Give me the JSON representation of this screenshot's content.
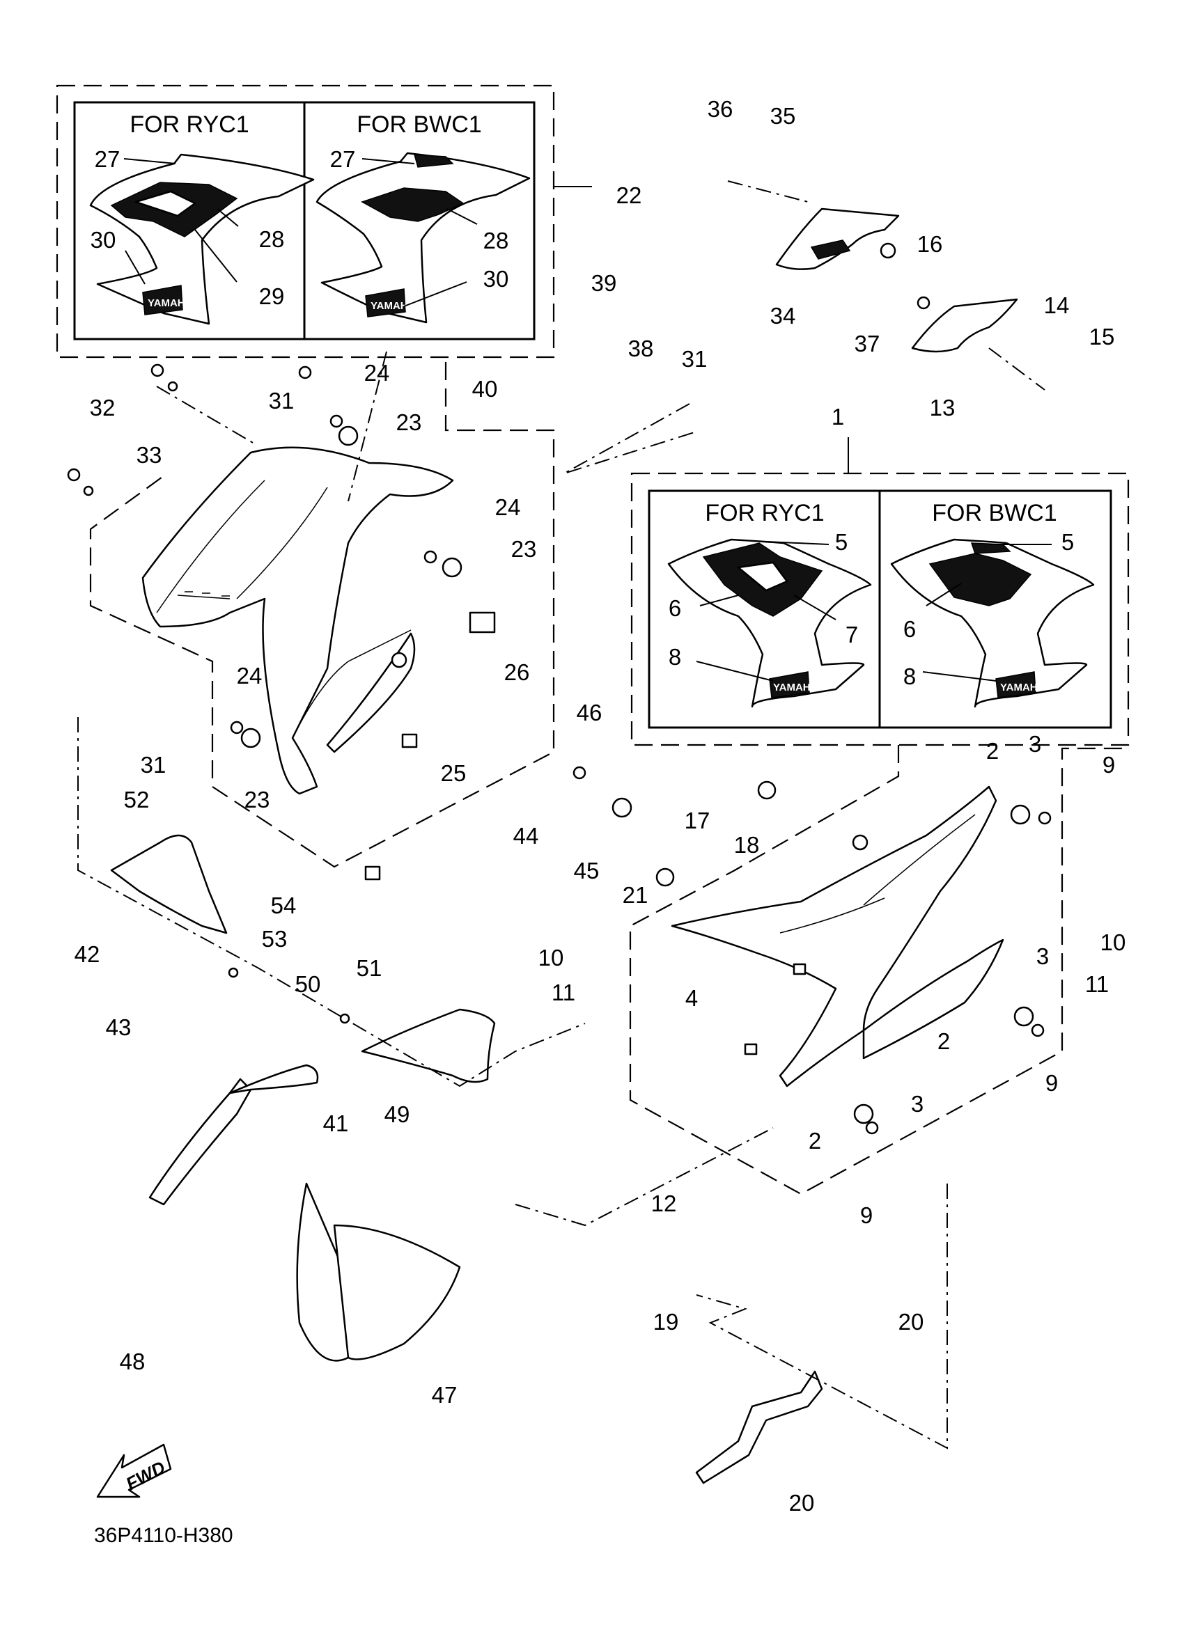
{
  "diagram": {
    "code": "36P4110-H380",
    "fwd_label": "FWD",
    "brand_text": "YAMAHA",
    "inset_headers": [
      "FOR RYC1",
      "FOR BWC1",
      "FOR RYC1",
      "FOR BWC1"
    ],
    "labels": [
      "36",
      "35",
      "34",
      "37",
      "16",
      "13",
      "14",
      "15",
      "39",
      "38",
      "40",
      "31",
      "22",
      "32",
      "33",
      "31",
      "24",
      "23",
      "24",
      "23",
      "26",
      "1",
      "24",
      "31",
      "23",
      "25",
      "52",
      "54",
      "53",
      "46",
      "44",
      "45",
      "42",
      "43",
      "41",
      "51",
      "50",
      "49",
      "48",
      "47",
      "2",
      "3",
      "9",
      "17",
      "18",
      "21",
      "10",
      "11",
      "11",
      "10",
      "4",
      "3",
      "2",
      "9",
      "2",
      "3",
      "9",
      "12",
      "19",
      "20",
      "20",
      "27",
      "28",
      "30",
      "29",
      "27",
      "28",
      "30",
      "5",
      "6",
      "7",
      "8",
      "5",
      "6",
      "8"
    ]
  }
}
